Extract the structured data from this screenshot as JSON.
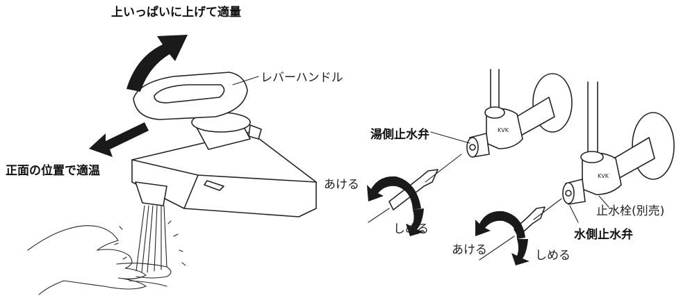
{
  "labels": {
    "top_instruction": "上いっぱいに上げて適量",
    "lever_handle": "レバーハンドル",
    "front_position": "正面の位置で適温",
    "hot_valve": "湯側止水弁",
    "cold_valve": "水側止水弁",
    "stop_cock": "止水栓(別売)",
    "open_hot": "あける",
    "close_hot": "しめる",
    "open_cold": "あける",
    "close_cold": "しめる"
  },
  "brand_mark": "KVK",
  "colors": {
    "ink": "#1a1a1a",
    "line": "#222222",
    "background": "#ffffff"
  }
}
